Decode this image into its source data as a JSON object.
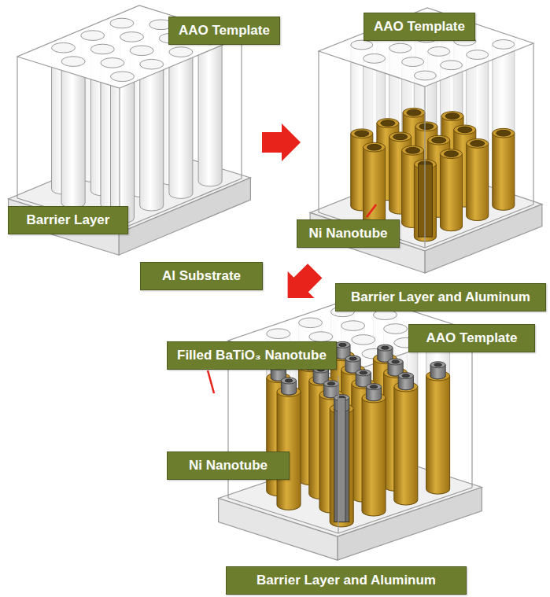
{
  "diagram": {
    "nodes": [
      {
        "text": [
          "AAO Template"
        ]
      },
      {
        "text": [
          "AAO Template"
        ]
      },
      {
        "text": [
          "Barrier Layer"
        ]
      },
      {
        "text": [
          "Ni Nanotube"
        ]
      },
      {
        "text": [
          "Al Substrate"
        ]
      },
      {
        "text": [
          "Barrier Layer and Aluminum"
        ]
      },
      {
        "text": [
          "AAO Template"
        ]
      },
      {
        "text": [
          "Filled BaTiO₃ Nanotube"
        ]
      },
      {
        "text": [
          "Ni Nanotube"
        ]
      },
      {
        "text": [
          "Barrier Layer and Aluminum"
        ]
      }
    ]
  }
}
